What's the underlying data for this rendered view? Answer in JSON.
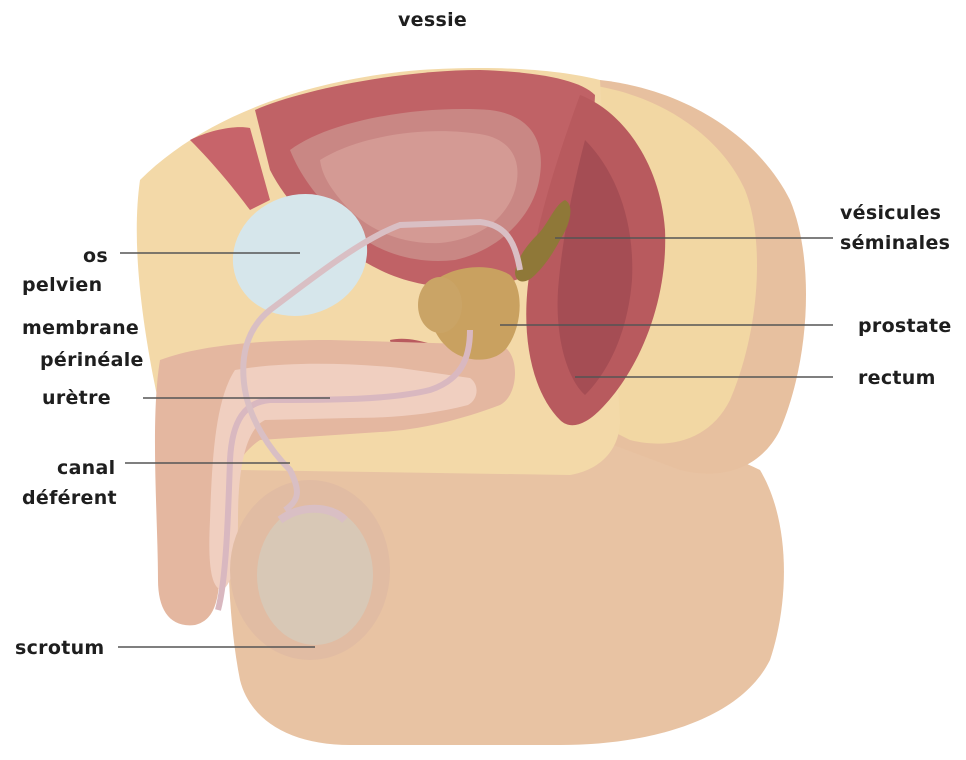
{
  "labels": {
    "vessie": "vessie",
    "vesicules_1": "vésicules",
    "vesicules_2": "séminales",
    "os_1": "os",
    "os_2": "pelvien",
    "membrane_1": "membrane",
    "membrane_2": "périnéale",
    "prostate": "prostate",
    "rectum": "rectum",
    "uretre": "urètre",
    "canal_1": "canal",
    "canal_2": "déférent",
    "scrotum": "scrotum"
  },
  "colors": {
    "skin": "#e9c3a2",
    "skin_light": "#f1d6bd",
    "fat": "#f3d9a6",
    "muscle": "#b4585a",
    "muscle_dark": "#8e3a3e",
    "bladder_inner": "#c78580",
    "bone": "#d6e5ea",
    "prostate": "#c9a15c",
    "vesicles": "#8f7838",
    "testis": "#d6c5b2",
    "duct": "#d9bfc4",
    "leader_line": "#555555",
    "text": "#1e1e1e"
  }
}
